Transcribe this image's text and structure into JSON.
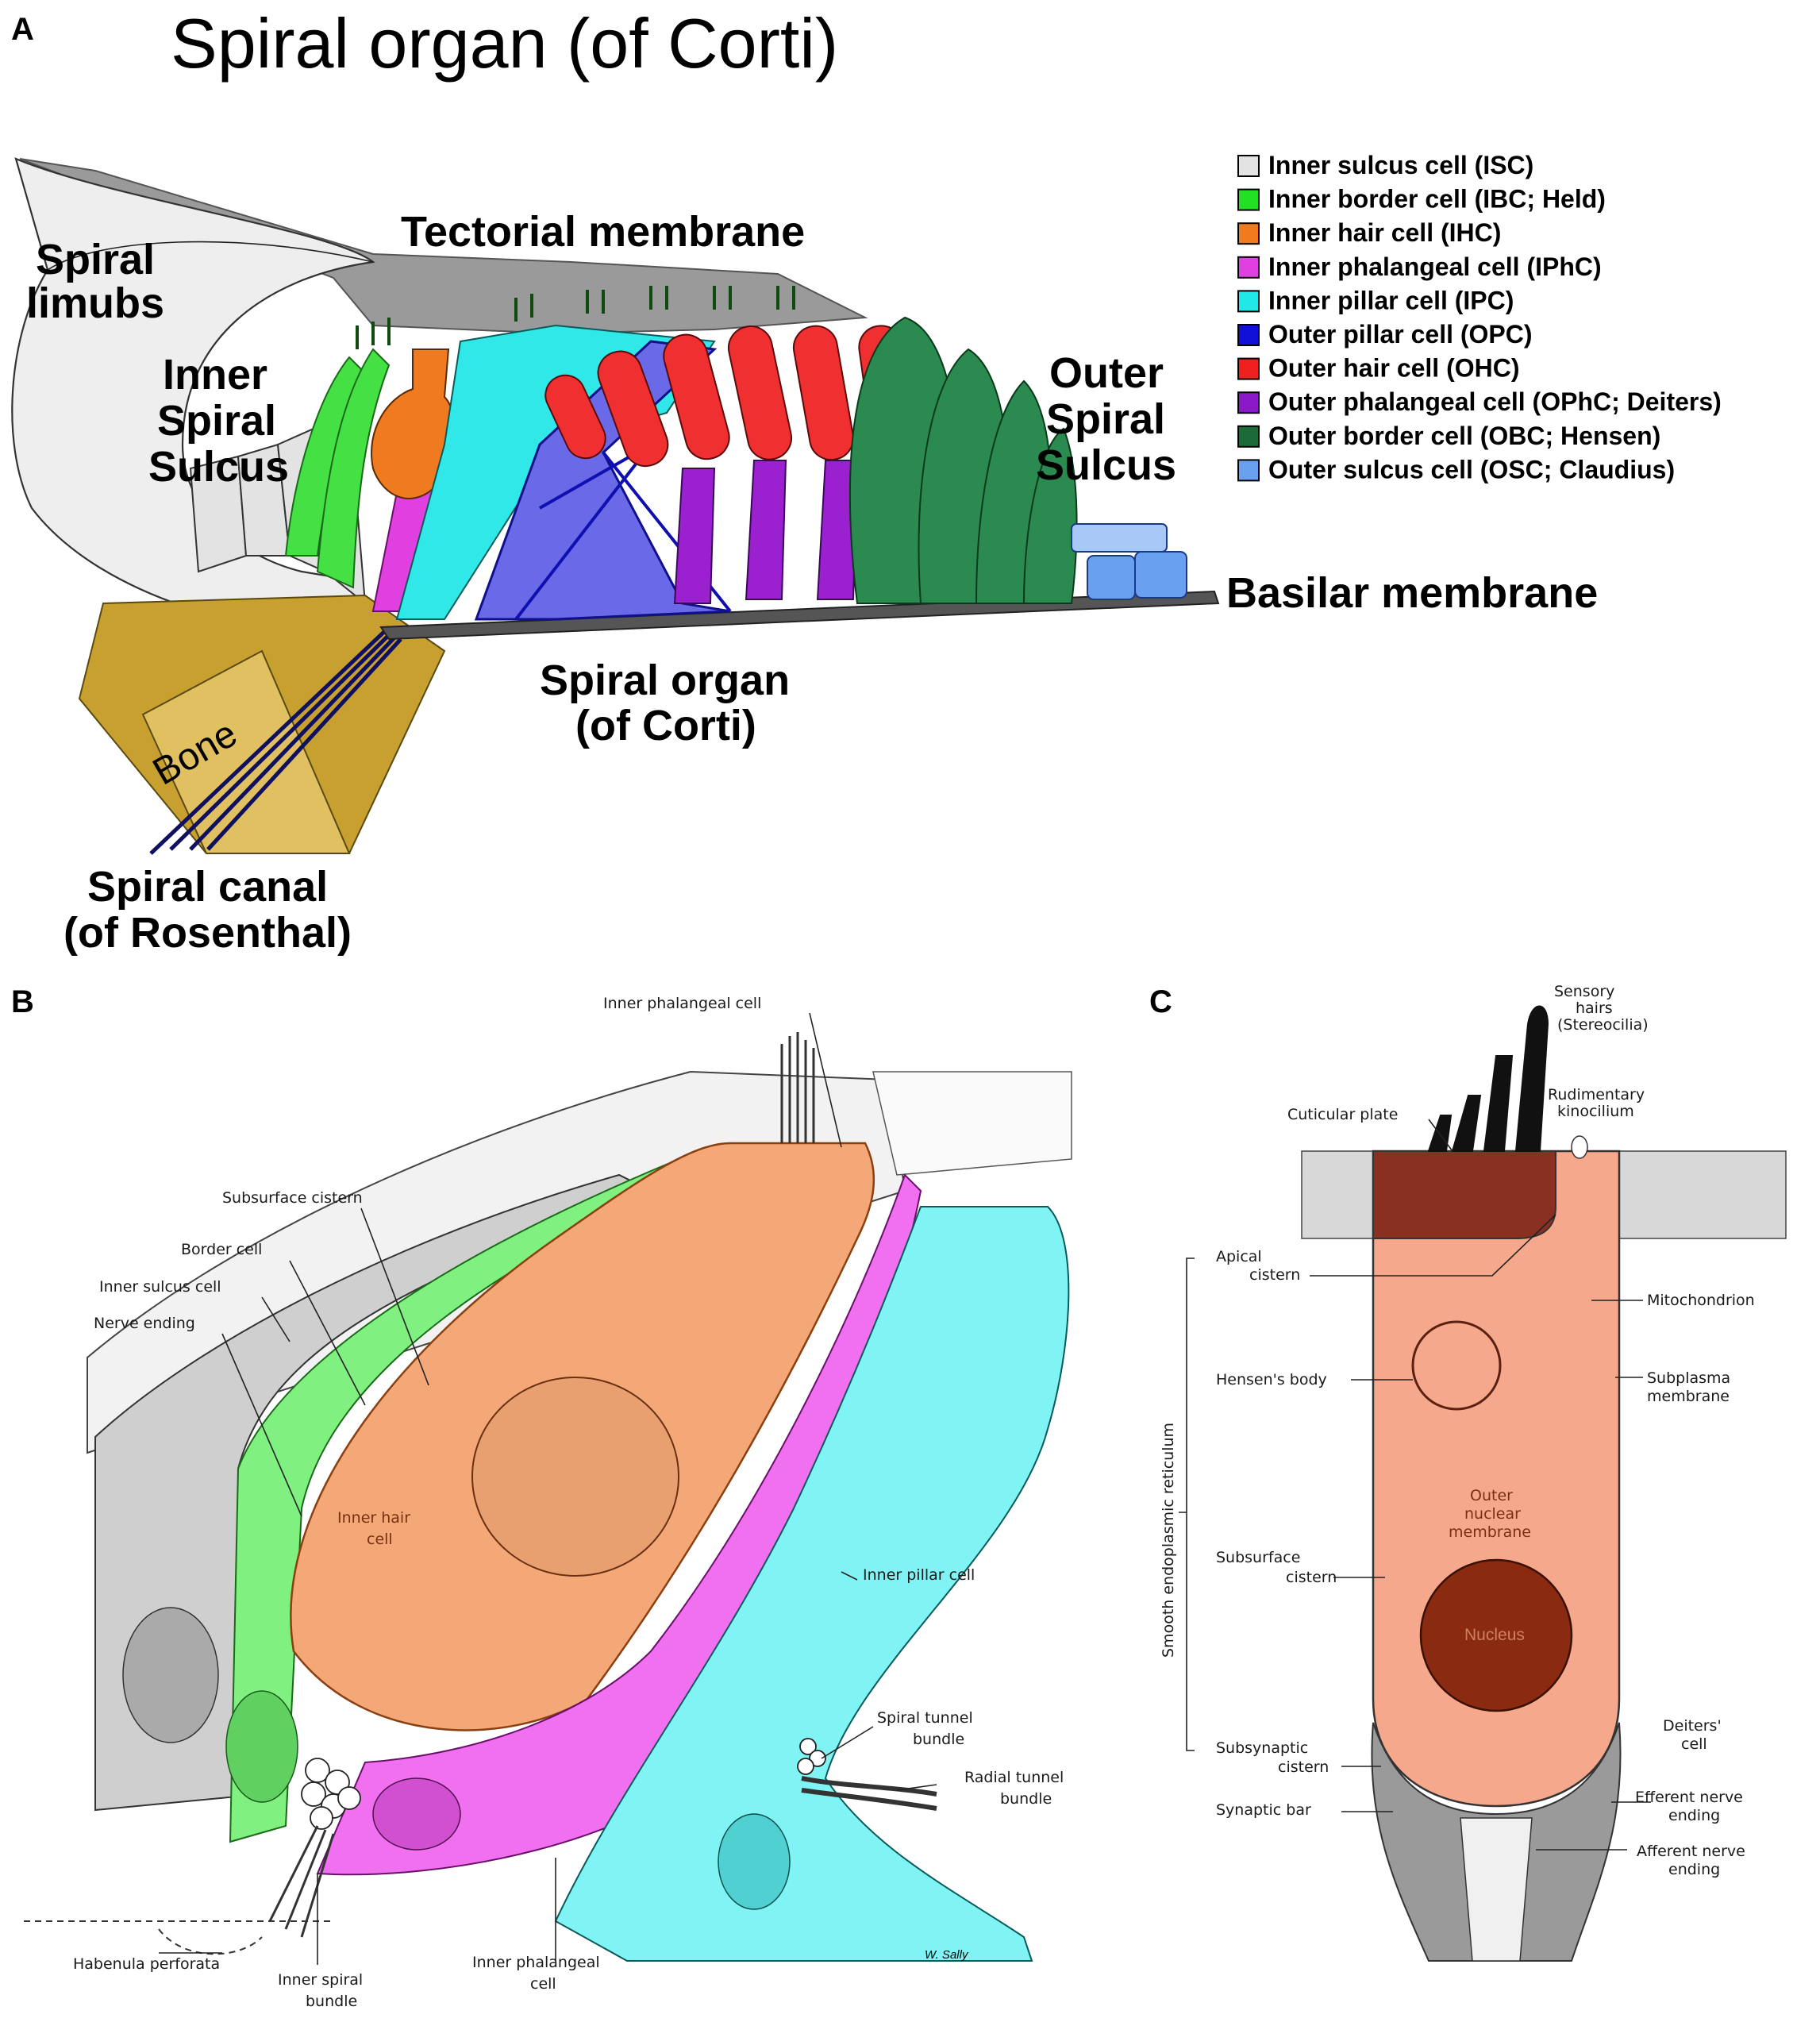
{
  "panel_letters": {
    "a": "A",
    "b": "B",
    "c": "C"
  },
  "panel_a": {
    "title": "Spiral organ (of Corti)",
    "labels": {
      "spiral_limbus_1": "Spiral",
      "spiral_limbus_2": "limubs",
      "tectorial_membrane": "Tectorial membrane",
      "inner_spiral_sulcus_1": "Inner",
      "inner_spiral_sulcus_2": "Spiral",
      "inner_spiral_sulcus_3": "Sulcus",
      "outer_spiral_sulcus_1": "Outer",
      "outer_spiral_sulcus_2": "Spiral",
      "outer_spiral_sulcus_3": "Sulcus",
      "basilar_membrane": "Basilar membrane",
      "spiral_organ_1": "Spiral organ",
      "spiral_organ_2": "(of Corti)",
      "bone": "Bone",
      "spiral_canal_1": "Spiral canal",
      "spiral_canal_2": "(of Rosenthal)"
    },
    "legend": [
      {
        "label": "Inner sulcus cell (ISC)",
        "color": "#e3e3e3"
      },
      {
        "label": "Inner border cell (IBC; Held)",
        "color": "#22e022"
      },
      {
        "label": "Inner hair cell (IHC)",
        "color": "#f07a20"
      },
      {
        "label": "Inner phalangeal cell (IPhC)",
        "color": "#e040e0"
      },
      {
        "label": "Inner pillar cell (IPC)",
        "color": "#20e8e8"
      },
      {
        "label": "Outer pillar cell (OPC)",
        "color": "#1010d8"
      },
      {
        "label": "Outer hair cell (OHC)",
        "color": "#f02020"
      },
      {
        "label": "Outer phalangeal cell (OPhC; Deiters)",
        "color": "#8a18c8"
      },
      {
        "label": "Outer border cell (OBC; Hensen)",
        "color": "#1c6a3a"
      },
      {
        "label": "Outer sulcus cell (OSC; Claudius)",
        "color": "#6aa0f0"
      }
    ]
  },
  "panel_b": {
    "labels": {
      "inner_phalangeal_cell_top": "Inner phalangeal cell",
      "subsurface_cistern": "Subsurface cistern",
      "border_cell": "Border cell",
      "inner_sulcus_cell": "Inner sulcus cell",
      "nerve_ending": "Nerve ending",
      "inner_hair_cell_1": "Inner hair",
      "inner_hair_cell_2": "cell",
      "inner_pillar_cell": "Inner pillar cell",
      "spiral_tunnel_bundle_1": "Spiral tunnel",
      "spiral_tunnel_bundle_2": "bundle",
      "radial_tunnel_bundle_1": "Radial tunnel",
      "radial_tunnel_bundle_2": "bundle",
      "habenula_perforata": "Habenula perforata",
      "inner_spiral_bundle_1": "Inner spiral",
      "inner_spiral_bundle_2": "bundle",
      "inner_phalangeal_cell_bottom_1": "Inner phalangeal",
      "inner_phalangeal_cell_bottom_2": "cell",
      "signature": "W. Sally"
    }
  },
  "panel_c": {
    "labels": {
      "sensory_hairs_1": "Sensory",
      "sensory_hairs_2": "hairs",
      "sensory_hairs_3": "(Stereocilia)",
      "cuticular_plate": "Cuticular plate",
      "rudimentary_kinocilium_1": "Rudimentary",
      "rudimentary_kinocilium_2": "kinocilium",
      "apical_cistern_1": "Apical",
      "apical_cistern_2": "cistern",
      "mitochondrion": "Mitochondrion",
      "hensens_body": "Hensen's body",
      "subplasma_membrane_1": "Subplasma",
      "subplasma_membrane_2": "membrane",
      "smooth_er": "Smooth endoplasmic reticulum",
      "outer_nuclear_membrane_1": "Outer",
      "outer_nuclear_membrane_2": "nuclear",
      "outer_nuclear_membrane_3": "membrane",
      "subsurface_cistern_1": "Subsurface",
      "subsurface_cistern_2": "cistern",
      "nucleus": "Nucleus",
      "deiters_cell_1": "Deiters'",
      "deiters_cell_2": "cell",
      "subsynaptic_cistern_1": "Subsynaptic",
      "subsynaptic_cistern_2": "cistern",
      "synaptic_bar": "Synaptic bar",
      "efferent_nerve_ending_1": "Efferent nerve",
      "efferent_nerve_ending_2": "ending",
      "afferent_nerve_ending_1": "Afferent nerve",
      "afferent_nerve_ending_2": "ending"
    }
  }
}
